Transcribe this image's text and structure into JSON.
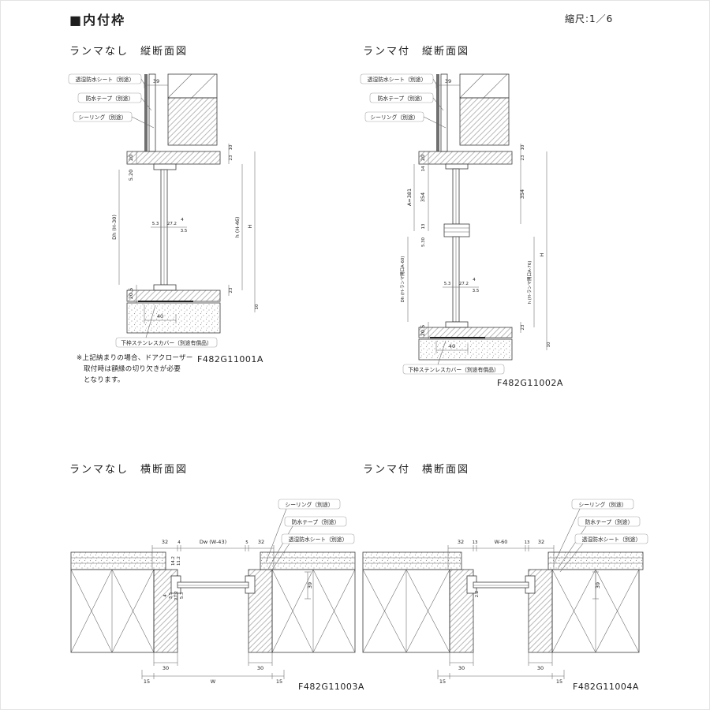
{
  "page": {
    "title": "■内付枠",
    "scale": "縮尺:1／6"
  },
  "labels": {
    "sheet": "透湿防水シート（別途）",
    "tape": "防水テープ（別途）",
    "sealing": "シーリング（別途）",
    "sill_cover": "下枠ステンレスカバー（別途有償品）"
  },
  "d1": {
    "subtitle": "ランマなし　縦断面図",
    "code": "F482G11001A",
    "note_line1": "※上記納まりの場合、ドアクローザー",
    "note_line2": "取付時は額縁の切り欠きが必要",
    "note_line3": "となります。",
    "dims": {
      "top_width": "39",
      "head_a": "20",
      "head_b": "5.20",
      "right_top_10": "10",
      "right_top_23": "23",
      "door_height": "Dh (H-30)",
      "mid_53": "5.3",
      "mid_272": "27.2",
      "mid_4": "4",
      "mid_35": "3.5",
      "opening_height": "h (H-46)",
      "overall_height": "H",
      "bottom_205": "20.5",
      "right_bottom_23": "23",
      "bottom_40": "40",
      "right_bottom_10": "10"
    }
  },
  "d2": {
    "subtitle": "ランマ付　縦断面図",
    "code": "F482G11002A",
    "dims": {
      "top_width": "39",
      "head_a": "20",
      "transom_14": "14",
      "transom_354": "354",
      "transom_13": "13",
      "transom_total": "A=381",
      "rail_530": "5.30",
      "right_top_10": "10",
      "right_top_23": "23",
      "right_354": "354",
      "door_height": "Dh (H-ランマ開口A-60)",
      "mid_53": "5.3",
      "mid_272": "27.2",
      "mid_4": "4",
      "mid_35": "3.5",
      "opening_height": "h (H-ランマ開口A-76)",
      "overall_height": "H",
      "bottom_205": "20.5",
      "right_bottom_23": "23",
      "bottom_40": "40",
      "right_bottom_10": "10"
    }
  },
  "d3": {
    "subtitle": "ランマなし　横断面図",
    "code": "F482G11003A",
    "dims": {
      "left_32": "32",
      "left_4": "4",
      "door_width": "Dw (W-43)",
      "right_5": "5",
      "right_32": "32",
      "stack_142": "14.2",
      "stack_112": "11.2",
      "stack_4": "4",
      "stack_35": "3.5",
      "stack_272": "27.2",
      "stack_53": "5.3",
      "right_39": "39",
      "jamb_left_30": "30",
      "jamb_right_30": "30",
      "overall_w": "W",
      "edge_left_15": "15",
      "edge_right_15": "15"
    }
  },
  "d4": {
    "subtitle": "ランマ付　横断面図",
    "code": "F482G11004A",
    "dims": {
      "left_32": "32",
      "left_13": "13",
      "opening_w": "W-60",
      "right_13": "13",
      "right_32": "32",
      "door_22": "2.2",
      "right_39": "39",
      "jamb_left_30": "30",
      "jamb_right_30": "30",
      "edge_left_15": "15",
      "edge_right_15": "15"
    }
  }
}
